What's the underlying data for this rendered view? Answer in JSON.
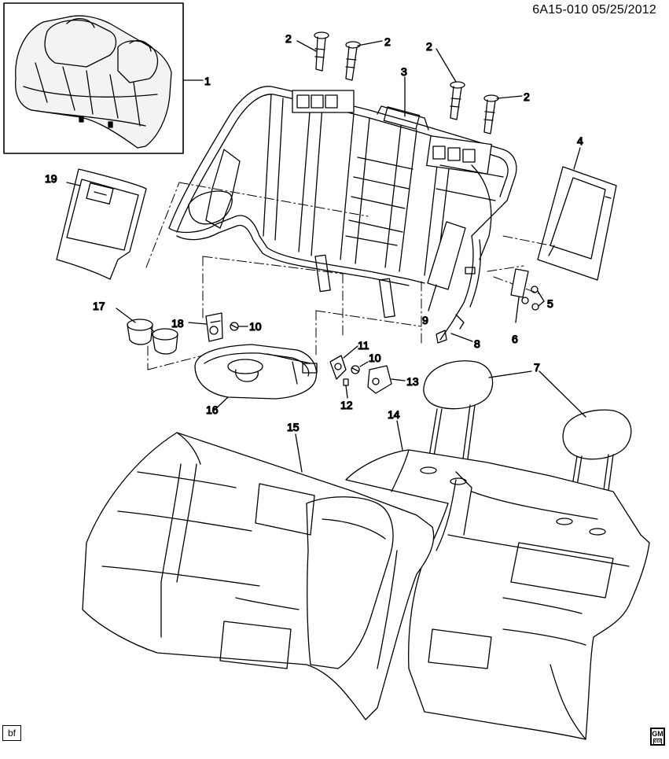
{
  "document_id": "6A15-010 05/25/2012",
  "corner_tag": "bf",
  "logo_text": "GM",
  "logo_sub": "ccc",
  "callouts": [
    "1",
    "2",
    "2",
    "2",
    "2",
    "3",
    "4",
    "5",
    "6",
    "7",
    "8",
    "9",
    "10",
    "10",
    "11",
    "12",
    "13",
    "14",
    "15",
    "16",
    "17",
    "18",
    "19"
  ]
}
